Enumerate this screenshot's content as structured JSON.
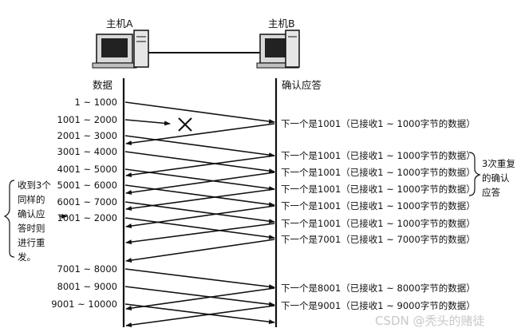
{
  "host_a": {
    "label": "主机A",
    "column_label": "数据",
    "icon": "computer-icon"
  },
  "host_b": {
    "label": "主机B",
    "column_label": "确认应答",
    "icon": "computer-icon"
  },
  "sends": [
    {
      "range": "1 ~ 1000",
      "status": "delivered"
    },
    {
      "range": "1001 ~ 2000",
      "status": "lost"
    },
    {
      "range": "2001 ~ 3000",
      "status": "delivered"
    },
    {
      "range": "3001 ~ 4000",
      "status": "delivered"
    },
    {
      "range": "4001 ~ 5000",
      "status": "delivered"
    },
    {
      "range": "5001 ~ 6000",
      "status": "delivered"
    },
    {
      "range": "6001 ~ 7000",
      "status": "delivered"
    },
    {
      "range": "1001 ~ 2000",
      "status": "retransmit"
    },
    {
      "range": "7001 ~ 8000",
      "status": "delivered"
    },
    {
      "range": "8001 ~ 9000",
      "status": "delivered"
    },
    {
      "range": "9001 ~ 10000",
      "status": "delivered"
    }
  ],
  "acks": [
    "下一个是1001（已接收1 ~ 1000字节的数据）",
    "下一个是1001（已接收1 ~ 1000字节的数据）",
    "下一个是1001（已接收1 ~ 1000字节的数据）",
    "下一个是1001（已接收1 ~ 1000字节的数据）",
    "下一个是1001（已接收1 ~ 1000字节的数据）",
    "下一个是1001（已接收1 ~ 1000字节的数据）",
    "下一个是7001（已接收1 ~ 7000字节的数据）",
    "下一个是8001（已接收1 ~ 8000字节的数据）",
    "下一个是9001（已接收1 ~ 9000字节的数据）"
  ],
  "left_note": [
    "收到3个",
    "同样的",
    "确认应",
    "答时则",
    "进行重",
    "发。"
  ],
  "right_note": [
    "3次重复",
    "的确认",
    "应答"
  ],
  "watermark": "CSDN @秃头的赌徒",
  "lost_marker": "cross-icon"
}
